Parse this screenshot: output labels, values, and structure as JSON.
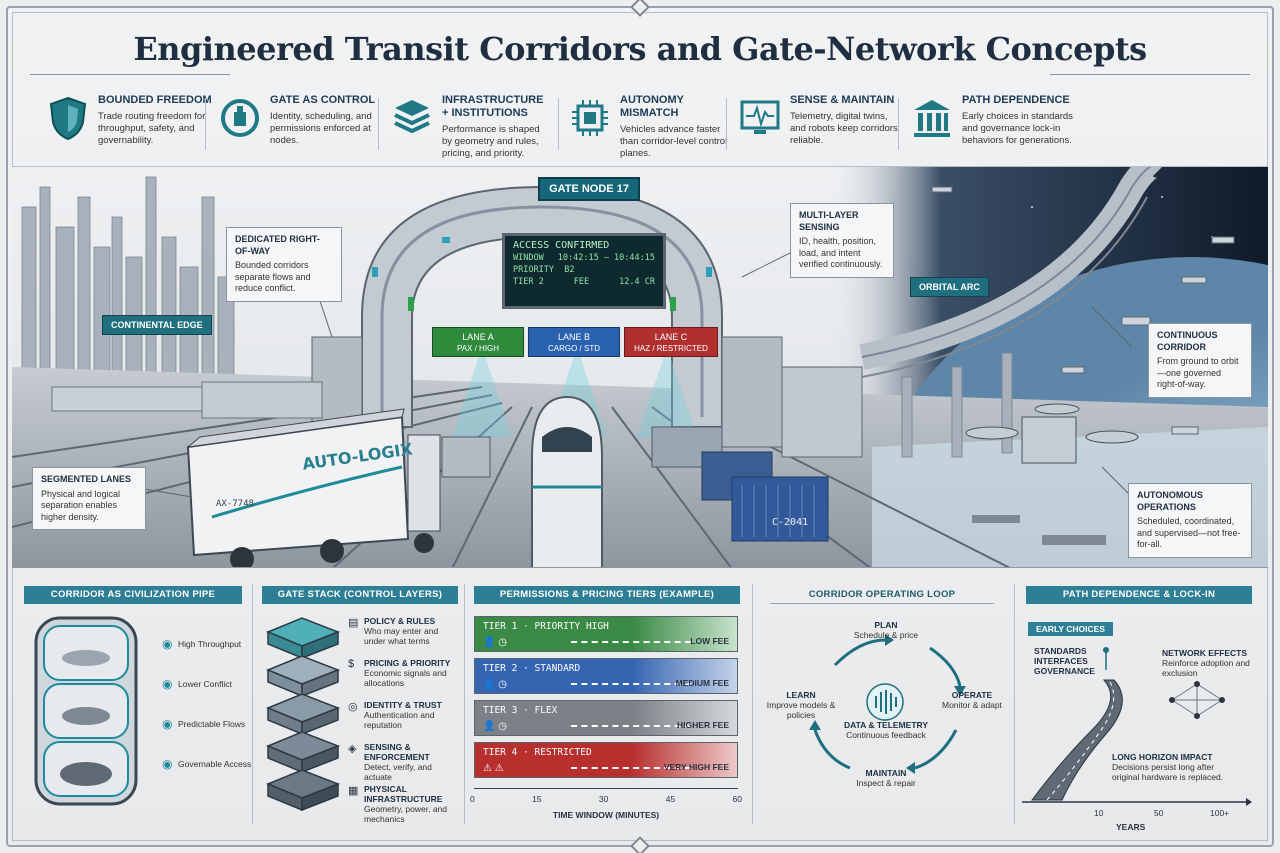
{
  "title": "Engineered Transit Corridors and Gate-Network Concepts",
  "features": [
    {
      "title": "BOUNDED FREEDOM",
      "text": "Trade routing freedom for throughput, safety, and governability.",
      "icon": "shield-icon"
    },
    {
      "title": "GATE AS CONTROL",
      "text": "Identity, scheduling, and permissions enforced at nodes.",
      "icon": "gate-icon"
    },
    {
      "title": "INFRASTRUCTURE + INSTITUTIONS",
      "text": "Performance is shaped by geometry and rules, pricing, and priority.",
      "icon": "layers-icon"
    },
    {
      "title": "AUTONOMY MISMATCH",
      "text": "Vehicles advance faster than corridor-level control planes.",
      "icon": "chip-icon"
    },
    {
      "title": "SENSE & MAINTAIN",
      "text": "Telemetry, digital twins, and robots keep corridors reliable.",
      "icon": "monitor-icon"
    },
    {
      "title": "PATH DEPENDENCE",
      "text": "Early choices in standards and governance lock-in behaviors for generations.",
      "icon": "institution-icon"
    }
  ],
  "hero": {
    "gate_title": "GATE NODE 17",
    "screen": {
      "status": "ACCESS CONFIRMED",
      "window_label": "WINDOW",
      "window_value": "10:42:15 – 10:44:15",
      "priority_label": "PRIORITY",
      "priority_value": "B2",
      "tier_label": "TIER 2",
      "fee_label": "FEE",
      "fee_value": "12.4 CR"
    },
    "lanes": [
      {
        "name": "LANE A",
        "sub": "PAX / HIGH",
        "color": "#2f8a3c"
      },
      {
        "name": "LANE B",
        "sub": "CARGO / STD",
        "color": "#2a62b0"
      },
      {
        "name": "LANE C",
        "sub": "HAZ / RESTRICTED",
        "color": "#b03030"
      }
    ],
    "truck_brand": "AUTO-LOGIX",
    "truck_plate": "AX-7748",
    "container_id": "C-2041",
    "tags": {
      "continental": "CONTINENTAL EDGE",
      "orbital": "ORBITAL ARC"
    },
    "callouts": {
      "right_of_way": {
        "title": "DEDICATED RIGHT-OF-WAY",
        "text": "Bounded corridors separate flows and reduce conflict."
      },
      "sensing": {
        "title": "MULTI-LAYER SENSING",
        "text": "ID, health, position, load, and intent verified continuously."
      },
      "segmented": {
        "title": "SEGMENTED LANES",
        "text": "Physical and logical separation enables higher density."
      },
      "continuous": {
        "title": "CONTINUOUS CORRIDOR",
        "text": "From ground to orbit—one governed right-of-way."
      },
      "autonomous": {
        "title": "AUTONOMOUS OPERATIONS",
        "text": "Scheduled, coordinated, and supervised—not free-for-all."
      }
    }
  },
  "pipe": {
    "header": "CORRIDOR AS CIVILIZATION PIPE",
    "items": [
      "High Throughput",
      "Lower Conflict",
      "Predictable Flows",
      "Governable Access"
    ]
  },
  "stack": {
    "header": "GATE STACK (CONTROL LAYERS)",
    "layers": [
      {
        "title": "POLICY & RULES",
        "text": "Who may enter and under what terms"
      },
      {
        "title": "PRICING & PRIORITY",
        "text": "Economic signals and allocations"
      },
      {
        "title": "IDENTITY & TRUST",
        "text": "Authentication and reputation"
      },
      {
        "title": "SENSING & ENFORCEMENT",
        "text": "Detect, verify, and actuate"
      },
      {
        "title": "PHYSICAL INFRASTRUCTURE",
        "text": "Geometry, power, and mechanics"
      }
    ]
  },
  "tiers": {
    "header": "PERMISSIONS & PRICING TIERS (EXAMPLE)",
    "rows": [
      {
        "name": "TIER 1  ·  PRIORITY  HIGH",
        "fee": "LOW FEE",
        "color": "#3a8a45"
      },
      {
        "name": "TIER 2  ·  STANDARD",
        "fee": "MEDIUM FEE",
        "color": "#3565b0"
      },
      {
        "name": "TIER 3  ·  FLEX",
        "fee": "HIGHER FEE",
        "color": "#7b8187"
      },
      {
        "name": "TIER 4  ·  RESTRICTED",
        "fee": "VERY HIGH FEE",
        "color": "#b8302e"
      }
    ],
    "axis_ticks": [
      "0",
      "15",
      "30",
      "45",
      "60"
    ],
    "axis_label": "TIME WINDOW (MINUTES)"
  },
  "loop": {
    "header": "CORRIDOR OPERATING LOOP",
    "plan": {
      "title": "PLAN",
      "text": "Schedule & price"
    },
    "operate": {
      "title": "OPERATE",
      "text": "Monitor & adapt"
    },
    "maintain": {
      "title": "MAINTAIN",
      "text": "Inspect & repair"
    },
    "learn": {
      "title": "LEARN",
      "text": "Improve models & policies"
    },
    "center": {
      "title": "DATA & TELEMETRY",
      "text": "Continuous feedback"
    }
  },
  "path": {
    "header": "PATH DEPENDENCE & LOCK-IN",
    "early": "EARLY CHOICES",
    "standards": "STANDARDS\nINTERFACES\nGOVERNANCE",
    "effects_title": "NETWORK EFFECTS",
    "effects_text": "Reinforce adoption and exclusion",
    "impact_title": "LONG HORIZON IMPACT",
    "impact_text": "Decisions persist long after original hardware is replaced.",
    "ticks": [
      "10",
      "50",
      "100+"
    ],
    "axis_label": "YEARS"
  }
}
